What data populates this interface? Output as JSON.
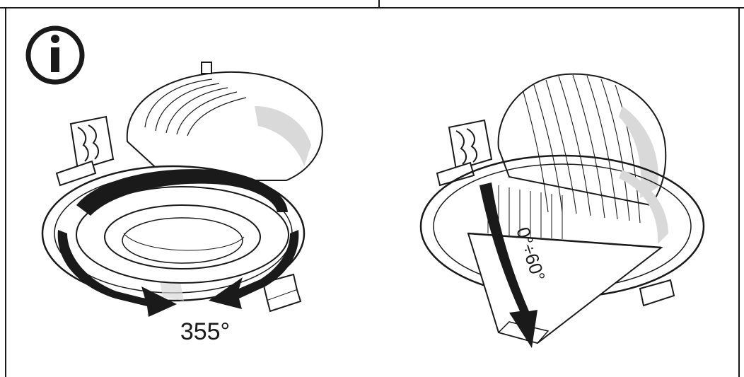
{
  "info_icon": {
    "icon": "info-icon",
    "glyph": "i"
  },
  "panels": [
    {
      "id": "rotation",
      "label": "355°",
      "description_icon": "rotate-arrows-icon"
    },
    {
      "id": "tilt",
      "label": "0°÷60°",
      "description_icon": "tilt-arrow-icon"
    }
  ],
  "colors": {
    "ink": "#1a1a1a",
    "shade": "#d9d9d9",
    "paper": "#ffffff"
  }
}
